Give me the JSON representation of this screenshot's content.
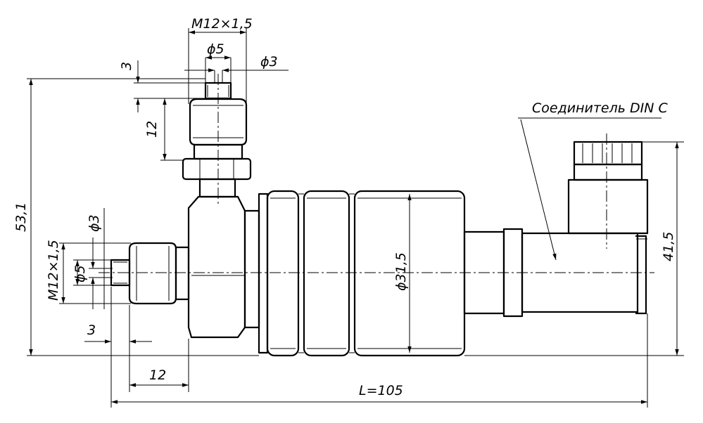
{
  "dimensions": {
    "top_thread": "M12×1,5",
    "top_diam_5": "ϕ5",
    "top_diam_3": "ϕ3",
    "top_offset_3": "3",
    "top_height_12": "12",
    "overall_height": "53,1",
    "left_thread": "M12×1,5",
    "left_diam_3": "ϕ3",
    "left_diam_5": "ϕ5",
    "left_offset_3": "3",
    "left_length_12": "12",
    "body_diameter": "ϕ31,5",
    "connector_height": "41,5",
    "overall_length": "L=105"
  },
  "labels": {
    "connector": "Соединитель DIN C"
  }
}
